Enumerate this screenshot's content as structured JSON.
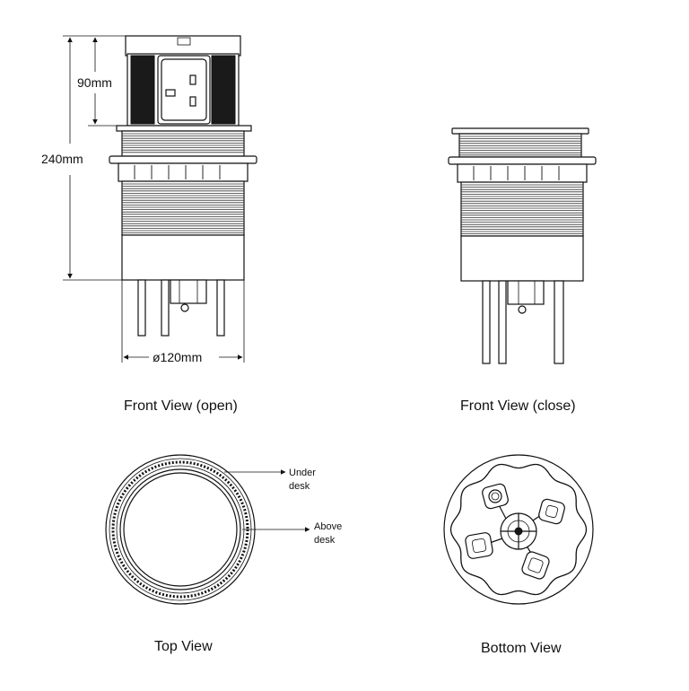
{
  "dimensions": {
    "height_total": "240mm",
    "height_popup": "90mm",
    "diameter": "ø120mm"
  },
  "captions": {
    "front_open": "Front View (open)",
    "front_close": "Front View (close)",
    "top": "Top View",
    "bottom": "Bottom View"
  },
  "annotations": {
    "under_desk_1": "Under",
    "under_desk_2": "desk",
    "above_desk_1": "Above",
    "above_desk_2": "desk"
  }
}
